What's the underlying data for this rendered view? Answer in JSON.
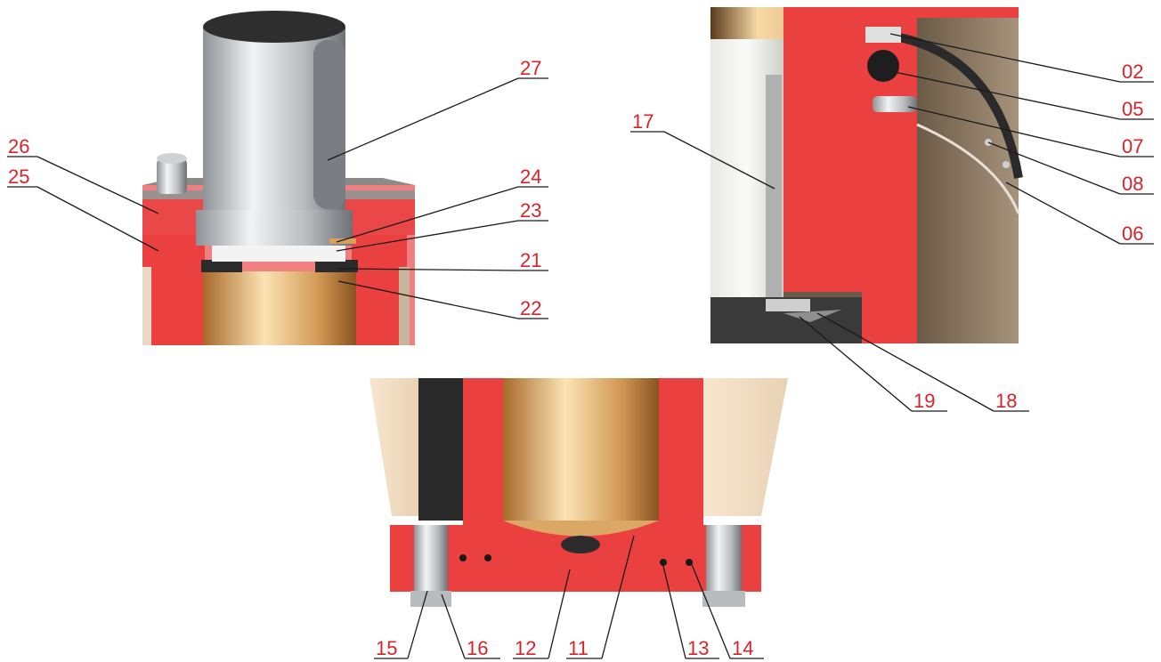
{
  "labels": {
    "top_left": [
      "27",
      "26",
      "25",
      "24",
      "23",
      "21",
      "22"
    ],
    "top_right": [
      "17",
      "02",
      "05",
      "07",
      "08",
      "06",
      "19",
      "18"
    ],
    "bottom": [
      "15",
      "16",
      "12",
      "11",
      "13",
      "14"
    ]
  },
  "colors": {
    "label": "#d8232a",
    "section_red": "#ea4040",
    "bronze": "#d9a05b",
    "steel": "#b8bcbf",
    "dark": "#2b2b2b"
  }
}
